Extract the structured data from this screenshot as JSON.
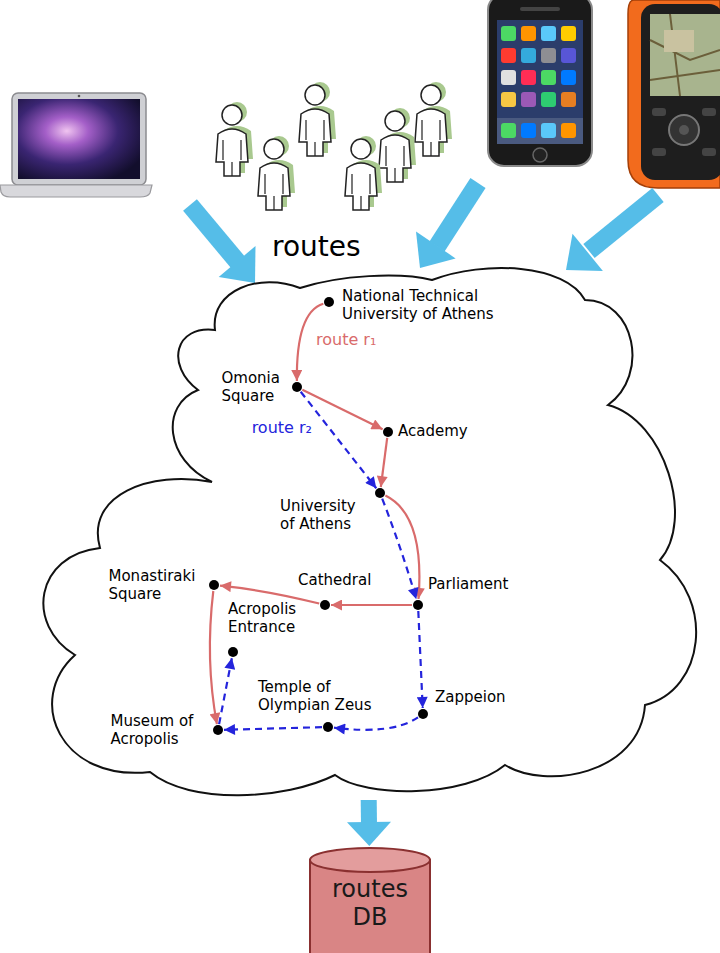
{
  "diagram": {
    "nodes": [
      {
        "text": [
          "routes"
        ]
      },
      {
        "text": [
          "National Technical University of Athens"
        ],
        "in": 0
      },
      {
        "text": [
          "Omonia Square"
        ],
        "in": 0
      },
      {
        "text": [
          "Academy"
        ],
        "in": 0
      },
      {
        "text": [
          "University of Athens"
        ],
        "in": 0
      },
      {
        "text": [
          "Monastiraki Square"
        ],
        "in": 0
      },
      {
        "text": [
          "Cathedral"
        ],
        "in": 0
      },
      {
        "text": [
          "Parliament"
        ],
        "in": 0
      },
      {
        "text": [
          "Acropolis Entrance"
        ],
        "in": 0
      },
      {
        "text": [
          "Temple of Olympian Zeus"
        ],
        "in": 0
      },
      {
        "text": [
          "Zappeion"
        ],
        "in": 0
      },
      {
        "text": [
          "Museum of Acropolis"
        ],
        "in": 0
      },
      {
        "text": [
          "routes DB"
        ]
      }
    ],
    "edges": [
      {
        "from": 1,
        "to": 2,
        "arrow": "to",
        "label": "route r₁"
      },
      {
        "from": 2,
        "to": 3,
        "arrow": "to"
      },
      {
        "from": 3,
        "to": 4,
        "arrow": "to"
      },
      {
        "from": 4,
        "to": 7,
        "arrow": "to"
      },
      {
        "from": 7,
        "to": 6,
        "arrow": "to"
      },
      {
        "from": 6,
        "to": 5,
        "arrow": "to"
      },
      {
        "from": 5,
        "to": 11,
        "arrow": "to"
      },
      {
        "from": 2,
        "to": 4,
        "arrow": "to",
        "label": "route r₂"
      },
      {
        "from": 4,
        "to": 7,
        "arrow": "to"
      },
      {
        "from": 7,
        "to": 10,
        "arrow": "to"
      },
      {
        "from": 10,
        "to": 9,
        "arrow": "to"
      },
      {
        "from": 9,
        "to": 11,
        "arrow": "to"
      },
      {
        "from": 11,
        "to": 8,
        "arrow": "to"
      },
      {
        "from": 0,
        "to": 12,
        "arrow": "to"
      }
    ]
  }
}
